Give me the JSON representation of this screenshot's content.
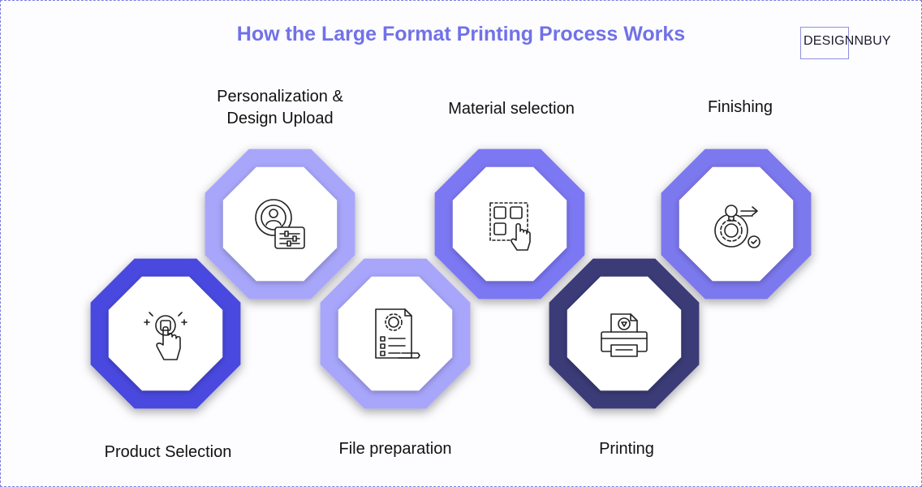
{
  "title": "How the Large Format Printing Process Works",
  "brand": "DESIGNNBUY",
  "colors": {
    "title": "#7171e8",
    "dark_blue": "#4a48e0",
    "light_lavender": "#a8a6fb",
    "medium_violet": "#7c78f4",
    "navy": "#3a3a78",
    "soft_violet": "#7c78ee"
  },
  "steps": [
    {
      "label": "Product Selection",
      "icon": "hand-press-button-icon",
      "color": "#4a48e0"
    },
    {
      "label": "Personalization &\nDesign Upload",
      "icon": "user-settings-icon",
      "color": "#a8a6fb"
    },
    {
      "label": "File preparation",
      "icon": "document-gear-icon",
      "color": "#a8a6fb"
    },
    {
      "label": "Material selection",
      "icon": "grid-select-icon",
      "color": "#7c78f4"
    },
    {
      "label": "Printing",
      "icon": "printer-icon",
      "color": "#3a3a78"
    },
    {
      "label": "Finishing",
      "icon": "gear-lightbulb-icon",
      "color": "#7c78ee"
    }
  ]
}
